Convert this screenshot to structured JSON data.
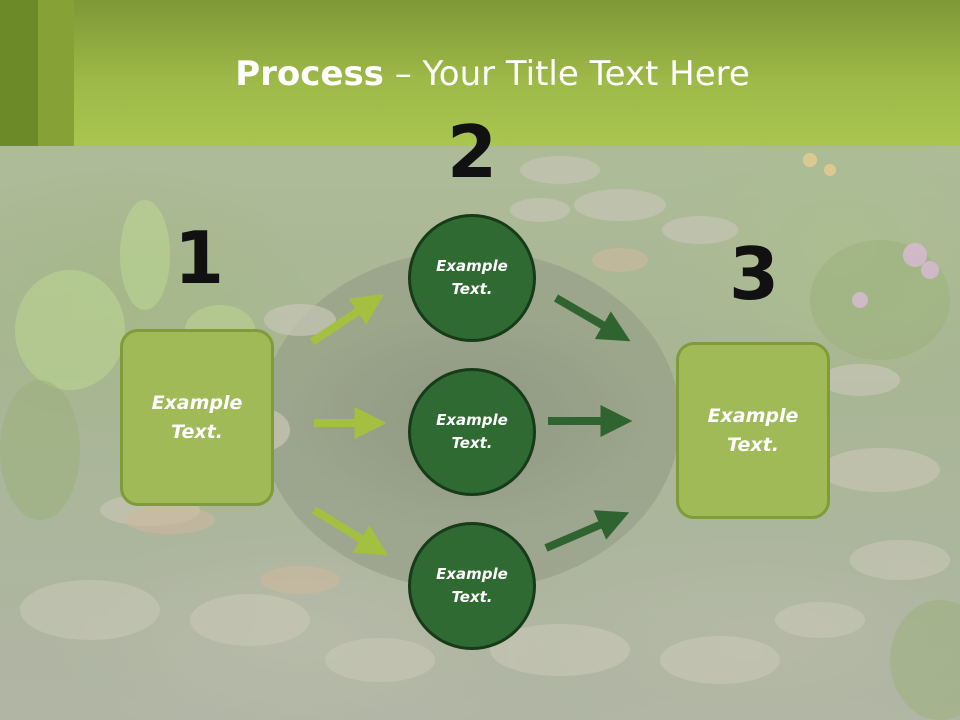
{
  "header": {
    "title_bold": "Process",
    "title_rest": " – Your Title Text Here"
  },
  "steps": {
    "step1": {
      "number": "1",
      "text": "Example Text."
    },
    "step2": {
      "number": "2",
      "items": [
        {
          "text": "Example Text."
        },
        {
          "text": "Example Text."
        },
        {
          "text": "Example Text."
        }
      ]
    },
    "step3": {
      "number": "3",
      "text": "Example Text."
    }
  },
  "colors": {
    "header": "#9db947",
    "box_fill": "#a0ba58",
    "circle_fill": "#2f6a32",
    "arrow_light": "#a3c040",
    "arrow_dark": "#2f6430"
  }
}
